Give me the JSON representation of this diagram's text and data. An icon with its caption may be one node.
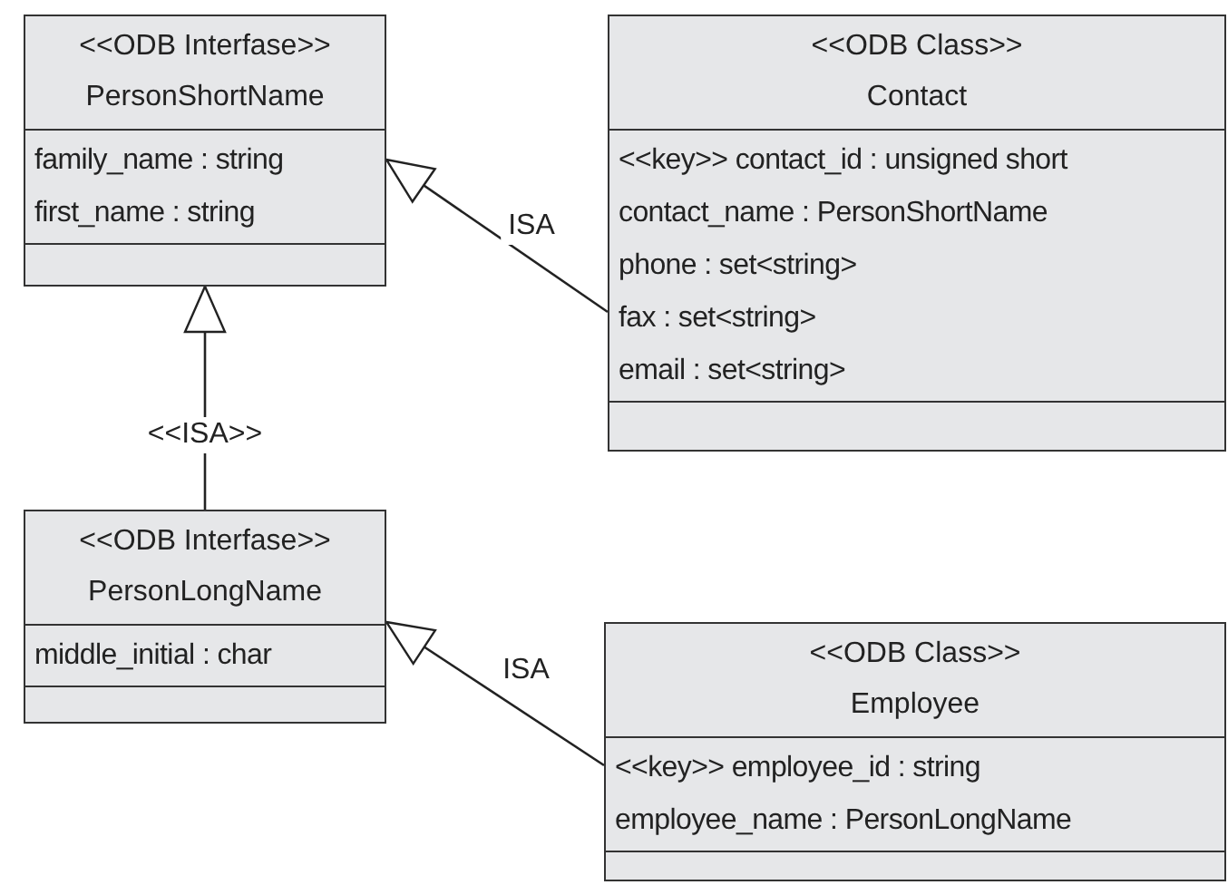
{
  "diagram": {
    "nodes": [
      {
        "text": [
          "<<ODB Interfase>>",
          "PersonShortName",
          "family_name : string",
          "first_name : string"
        ]
      },
      {
        "text": [
          "<<ODB Class>>",
          "Contact",
          "<<key>> contact_id : unsigned short",
          "contact_name : PersonShortName",
          "phone : set<string>",
          "fax : set<string>",
          "email : set<string>"
        ]
      },
      {
        "text": [
          "<<ODB Interfase>>",
          "PersonLongName",
          "middle_initial : char"
        ]
      },
      {
        "text": [
          "<<ODB Class>>",
          "Employee",
          "<<key>> employee_id : string",
          "employee_name : PersonLongName"
        ]
      }
    ],
    "edges": [
      {
        "from": 1,
        "to": 0,
        "arrow": "to",
        "label": "ISA"
      },
      {
        "from": 2,
        "to": 0,
        "arrow": "to",
        "label": "<<ISA>>"
      },
      {
        "from": 3,
        "to": 2,
        "arrow": "to",
        "label": "ISA"
      }
    ]
  }
}
